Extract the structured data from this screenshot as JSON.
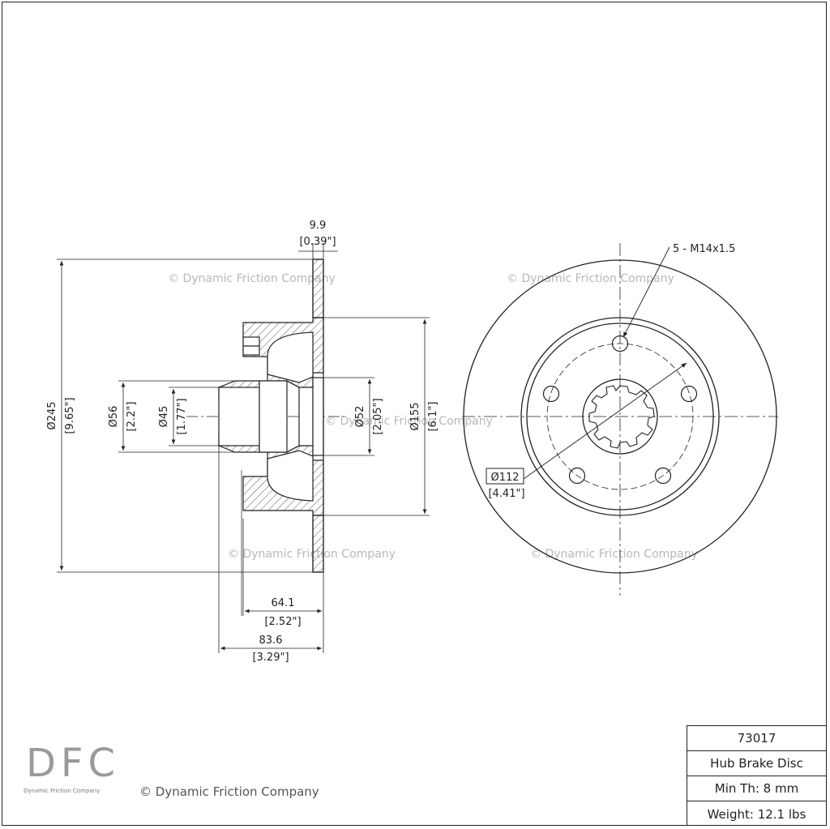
{
  "watermark": "© Dynamic Friction Company",
  "side_view": {
    "thickness": {
      "mm": "9.9",
      "in": "[0.39\"]"
    },
    "outer_diameter": {
      "mm": "Ø245",
      "in": "[9.65\"]"
    },
    "hub_bore": {
      "mm": "Ø56",
      "in": "[2.2\"]"
    },
    "inner_bore": {
      "mm": "Ø45",
      "in": "[1.77\"]"
    },
    "center_bore": {
      "mm": "Ø52",
      "in": "[2.05\"]"
    },
    "hat_diameter": {
      "mm": "Ø155",
      "in": "[6.1\"]"
    },
    "hat_height": {
      "mm": "64.1",
      "in": "[2.52\"]"
    },
    "overall_height": {
      "mm": "83.6",
      "in": "[3.29\"]"
    }
  },
  "front_view": {
    "bolt_callout": "5 - M14x1.5",
    "bolt_circle": {
      "mm": "Ø112",
      "in": "[4.41\"]"
    }
  },
  "info": {
    "part_number": "73017",
    "type": "Hub Brake Disc",
    "min_thickness": "Min Th: 8 mm",
    "weight": "Weight: 12.1 lbs"
  },
  "logo": {
    "letters": "DFC",
    "text": "Dynamic Friction Company"
  },
  "copyright": "© Dynamic Friction Company"
}
